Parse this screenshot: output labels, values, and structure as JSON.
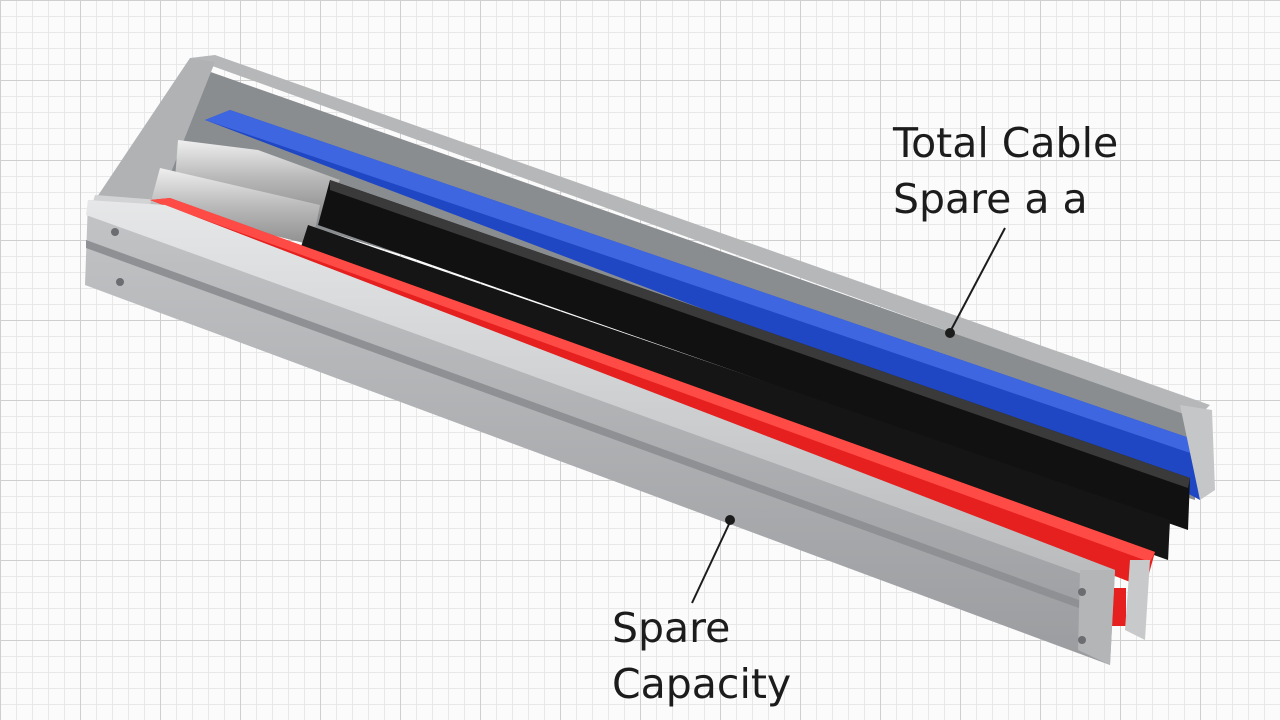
{
  "labels": {
    "top_line1": "Total Cable",
    "top_line2": "Spare a a",
    "bottom_line1": "Spare",
    "bottom_line2": "Capacity"
  },
  "colors": {
    "tray": "#a7a9ac",
    "cable_blue": "#1f47c4",
    "cable_black": "#111111",
    "cable_red": "#e6201f",
    "cable_silver": "#bdbdbd",
    "leader_line": "#1c1c1c"
  }
}
